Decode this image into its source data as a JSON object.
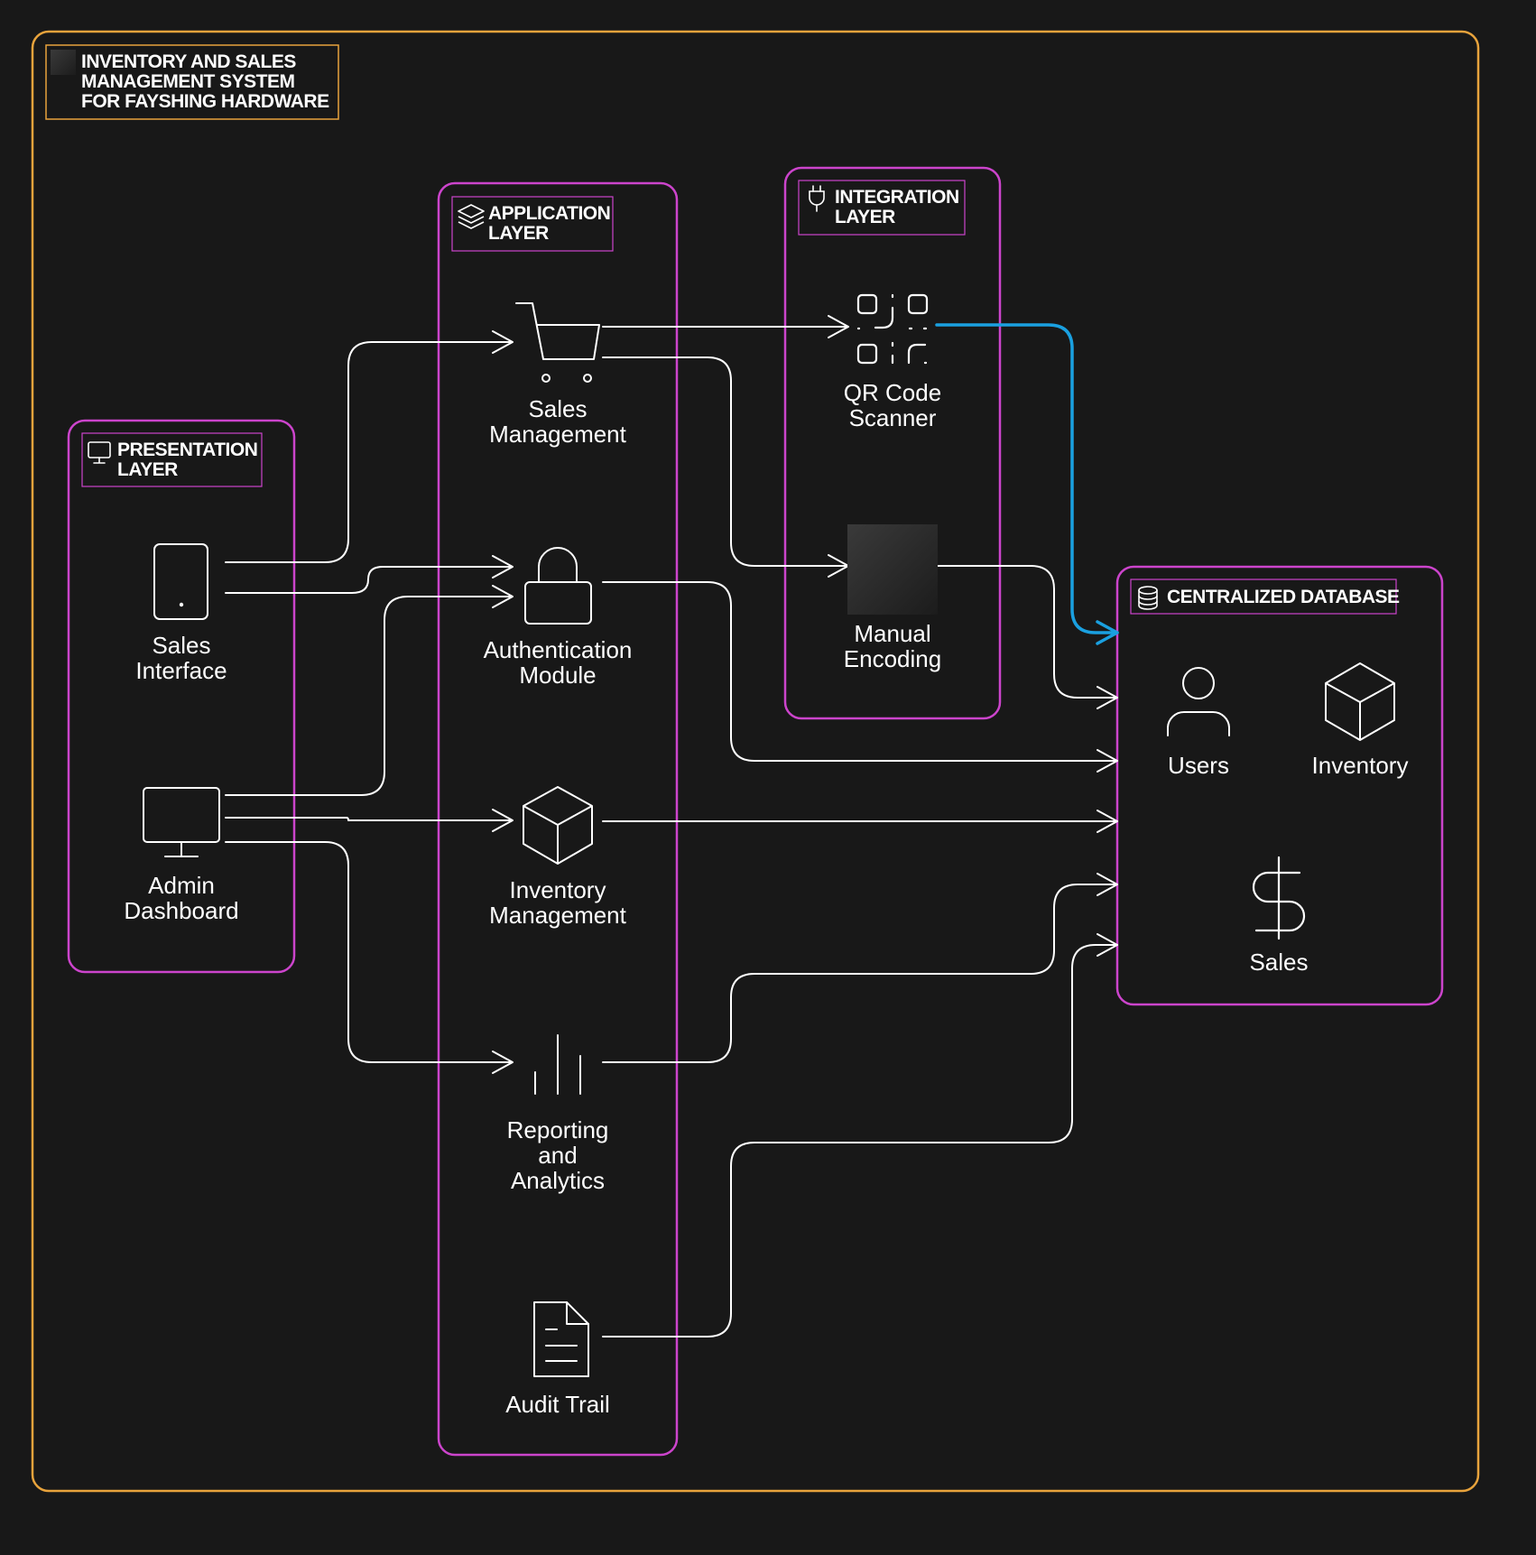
{
  "title": "INVENTORY AND SALES MANAGEMENT SYSTEM FOR FAYSHING HARDWARE",
  "colors": {
    "background": "#181818",
    "outer_frame": "#e8a33c",
    "layer_frame": "#cc44cc",
    "connector": "#ffffff",
    "highlight_connector": "#1aa0e0"
  },
  "layers": {
    "presentation": {
      "title_line1": "PRESENTATION",
      "title_line2": "LAYER",
      "icon": "monitor-icon",
      "nodes": {
        "sales_interface": {
          "line1": "Sales",
          "line2": "Interface",
          "icon": "tablet-icon"
        },
        "admin_dashboard": {
          "line1": "Admin",
          "line2": "Dashboard",
          "icon": "monitor-icon"
        }
      }
    },
    "application": {
      "title_line1": "APPLICATION",
      "title_line2": "LAYER",
      "icon": "layers-icon",
      "nodes": {
        "sales_management": {
          "line1": "Sales",
          "line2": "Management",
          "icon": "cart-icon"
        },
        "authentication": {
          "line1": "Authentication",
          "line2": "Module",
          "icon": "lock-icon"
        },
        "inventory_management": {
          "line1": "Inventory",
          "line2": "Management",
          "icon": "box-icon"
        },
        "reporting": {
          "line1": "Reporting",
          "line2": "and",
          "line3": "Analytics",
          "icon": "bar-chart-icon"
        },
        "audit_trail": {
          "line1": "Audit Trail",
          "icon": "document-icon"
        }
      }
    },
    "integration": {
      "title_line1": "INTEGRATION",
      "title_line2": "LAYER",
      "icon": "plug-icon",
      "nodes": {
        "qr_scanner": {
          "line1": "QR Code",
          "line2": "Scanner",
          "icon": "qr-scan-icon"
        },
        "manual_encoding": {
          "line1": "Manual",
          "line2": "Encoding",
          "icon": "placeholder-image-icon"
        }
      }
    },
    "database": {
      "title": "CENTRALIZED DATABASE",
      "icon": "database-icon",
      "nodes": {
        "users": {
          "line1": "Users",
          "icon": "user-icon"
        },
        "inventory": {
          "line1": "Inventory",
          "icon": "box-icon"
        },
        "sales": {
          "line1": "Sales",
          "icon": "dollar-icon"
        }
      }
    }
  },
  "connections": [
    {
      "from": "Sales Interface",
      "to": "Sales Management"
    },
    {
      "from": "Sales Interface",
      "to": "Authentication Module"
    },
    {
      "from": "Admin Dashboard",
      "to": "Authentication Module"
    },
    {
      "from": "Admin Dashboard",
      "to": "Inventory Management"
    },
    {
      "from": "Admin Dashboard",
      "to": "Reporting and Analytics"
    },
    {
      "from": "Sales Management",
      "to": "QR Code Scanner"
    },
    {
      "from": "Sales Management",
      "to": "Manual Encoding"
    },
    {
      "from": "QR Code Scanner",
      "to": "Centralized Database",
      "highlight": true
    },
    {
      "from": "Manual Encoding",
      "to": "Centralized Database"
    },
    {
      "from": "Authentication Module",
      "to": "Centralized Database"
    },
    {
      "from": "Inventory Management",
      "to": "Centralized Database"
    },
    {
      "from": "Reporting and Analytics",
      "to": "Centralized Database"
    },
    {
      "from": "Audit Trail",
      "to": "Centralized Database"
    }
  ]
}
